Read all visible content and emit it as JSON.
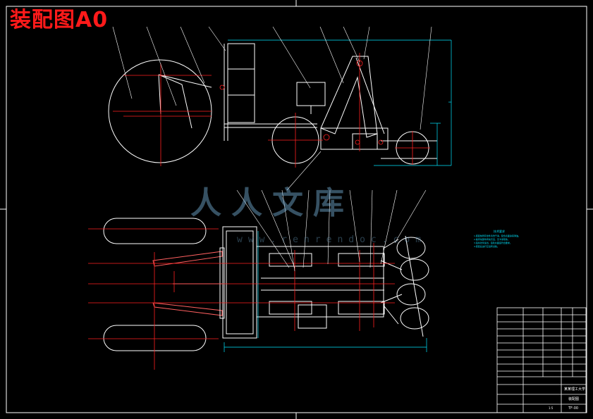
{
  "drawing": {
    "title": "装配图A0",
    "watermark": {
      "cn": "人人文库",
      "url": "www.renrendoc.com"
    },
    "notes": {
      "heading": "技术要求",
      "lines": [
        "1.装配前所有零件清洗干净，配合表面涂润滑油。",
        "2.各传动部件转动灵活，无卡滞现象。",
        "3.链条张紧适当，链轮共面度符合要求。",
        "4.装配后进行空运转试验。"
      ]
    },
    "title_block": {
      "school": "某某理工大学",
      "drawing_name": "装配图",
      "code": "TF-00",
      "scale": "1:5"
    }
  },
  "colors": {
    "background": "#000000",
    "line_primary": "#ffffff",
    "line_center": "#ff2020",
    "line_dim": "#00e5ff",
    "title_red": "#ff1a1a"
  }
}
